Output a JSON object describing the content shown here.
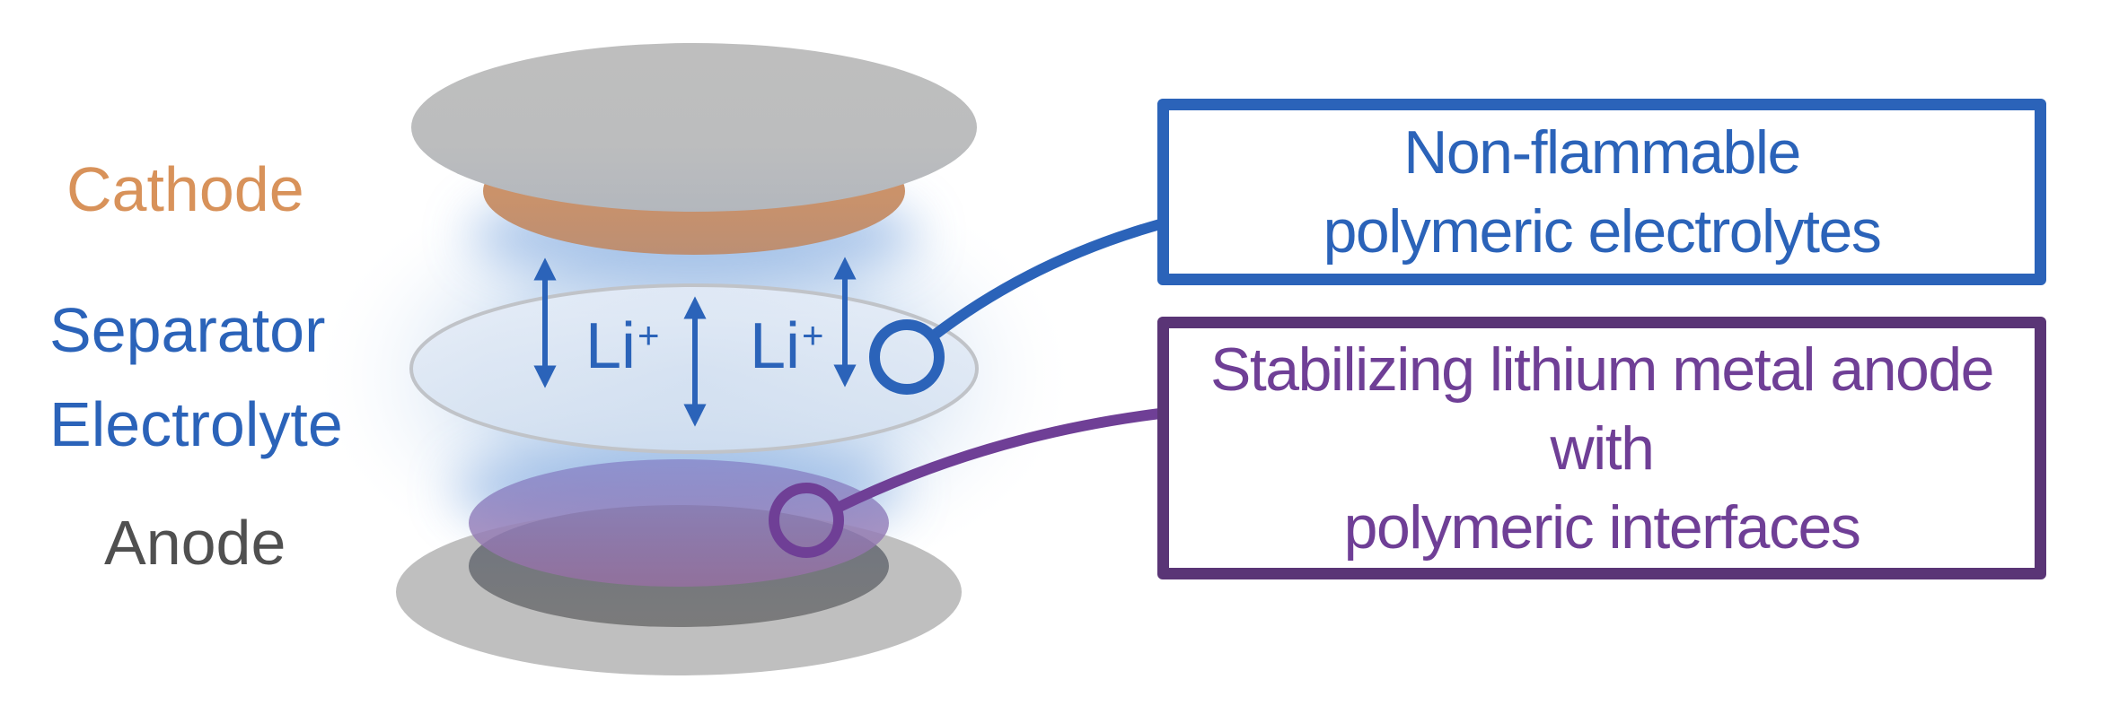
{
  "layers": {
    "cathode": {
      "label": "Cathode",
      "color": "#d8925a"
    },
    "separator": {
      "label_line1": "Separator",
      "label_line2": "Electrolyte",
      "color": "#2b63b9"
    },
    "anode": {
      "label": "Anode",
      "color": "#505050"
    }
  },
  "ions": [
    {
      "symbol": "Li",
      "charge": "+"
    },
    {
      "symbol": "Li",
      "charge": "+"
    }
  ],
  "callouts": {
    "electrolyte": {
      "lines": [
        "Non-flammable",
        "polymeric electrolytes"
      ],
      "color": "#2b63b9"
    },
    "anode_interface": {
      "lines": [
        "Stabilizing lithium metal anode",
        "with",
        "polymeric interfaces"
      ],
      "color": "#6f3f96",
      "border_color": "#5a3576"
    }
  }
}
